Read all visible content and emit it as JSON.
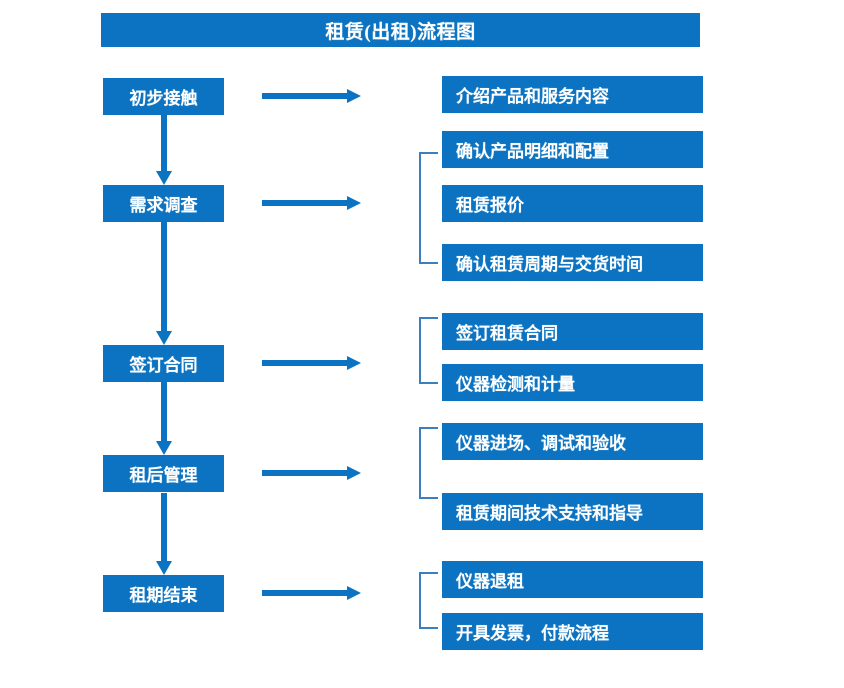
{
  "diagram": {
    "title": "租赁(出租)流程图",
    "accent_color": "#0B73C1",
    "bracket_color": "#3C7FC0",
    "text_color": "#FFFFFF",
    "background_color": "#FFFFFF",
    "stages": [
      {
        "id": "stage-1",
        "label": "初步接触"
      },
      {
        "id": "stage-2",
        "label": "需求调查"
      },
      {
        "id": "stage-3",
        "label": "签订合同"
      },
      {
        "id": "stage-4",
        "label": "租后管理"
      },
      {
        "id": "stage-5",
        "label": "租期结束"
      }
    ],
    "details": [
      {
        "id": "detail-1",
        "label": "介绍产品和服务内容"
      },
      {
        "id": "detail-2",
        "label": "确认产品明细和配置"
      },
      {
        "id": "detail-3",
        "label": "租赁报价"
      },
      {
        "id": "detail-4",
        "label": "确认租赁周期与交货时间"
      },
      {
        "id": "detail-5",
        "label": "签订租赁合同"
      },
      {
        "id": "detail-6",
        "label": "仪器检测和计量"
      },
      {
        "id": "detail-7",
        "label": "仪器进场、调试和验收"
      },
      {
        "id": "detail-8",
        "label": "租赁期间技术支持和指导"
      },
      {
        "id": "detail-9",
        "label": "仪器退租"
      },
      {
        "id": "detail-10",
        "label": "开具发票，付款流程"
      }
    ],
    "icons": {
      "arrow_right": "arrow-right-icon",
      "arrow_down": "arrow-down-icon",
      "bracket": "bracket-icon"
    }
  }
}
